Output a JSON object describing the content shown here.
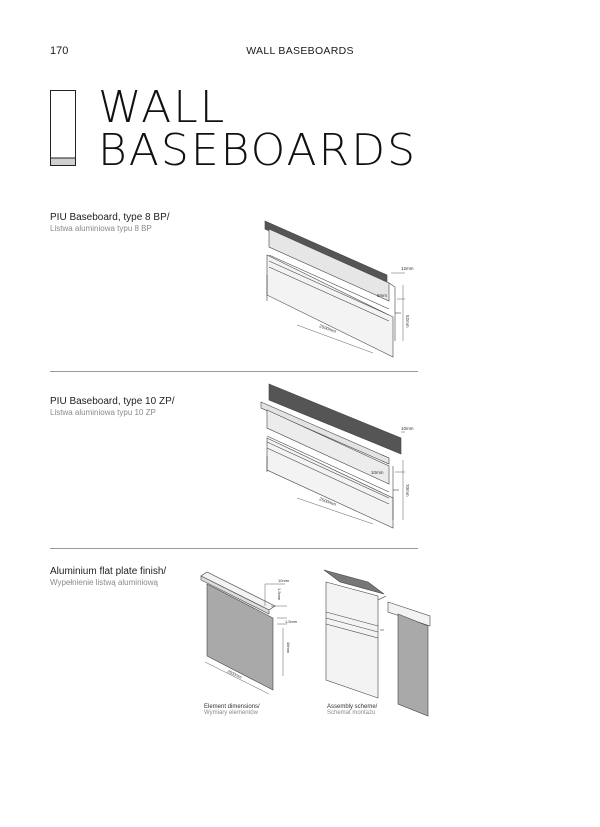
{
  "header": {
    "page_number": "170",
    "running_title": "WALL BASEBOARDS"
  },
  "title": {
    "line1": "WALL",
    "line2": "BASEBOARDS"
  },
  "sections": [
    {
      "title": "PIU Baseboard, type 8 BP/",
      "subtitle": "Listwa aluminiowa typu 8 BP",
      "dims": [
        "12mm",
        "8mm",
        "52mm",
        "2500mm"
      ]
    },
    {
      "title": "PIU Baseboard, type 10 ZP/",
      "subtitle": "Listwa aluminiowa typu 10 ZP",
      "dims": [
        "10mm",
        "10mm",
        "70mm",
        "2500mm"
      ]
    },
    {
      "title": "Aluminium flat plate finish/",
      "subtitle": "Wypełnienie listwą aluminiową",
      "dims": [
        "10mm",
        "1,5mm",
        "1,5mm",
        "48mm",
        "2500mm"
      ]
    }
  ],
  "captions": {
    "element": {
      "title": "Element dimensions/",
      "subtitle": "Wymiary elementów"
    },
    "assembly": {
      "title": "Assembly scheme/",
      "subtitle": "Schemat montażu"
    }
  },
  "colors": {
    "panel_fill": "#f3f3f3",
    "dark_fill": "#555555",
    "plate_fill": "#a9a9a9",
    "line": "#444444"
  }
}
